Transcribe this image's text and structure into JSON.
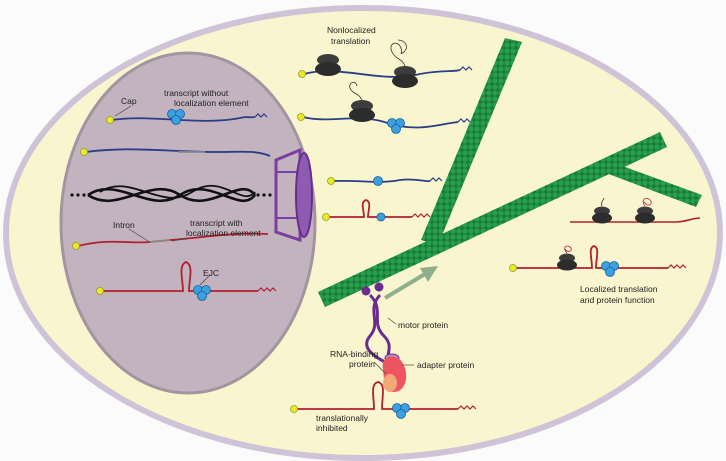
{
  "labels": {
    "nonlocalized_line1": "Nonlocalized",
    "nonlocalized_line2": "translation",
    "cap": "Cap",
    "transcript_without_line1": "transcript without",
    "transcript_without_line2": "localization element",
    "intron": "Intron",
    "transcript_with_line1": "transcript with",
    "transcript_with_line2": "localization element",
    "ejc": "EJC",
    "motor_protein": "motor protein",
    "rna_binding_line1": "RNA-binding",
    "rna_binding_line2": "protein",
    "adapter_protein": "adapter protein",
    "translationally_line1": "translationally",
    "translationally_line2": "inhibited",
    "localized_line1": "Localized translation",
    "localized_line2": "and protein function"
  },
  "colors": {
    "cell_fill": "#f9f6cf",
    "cell_border": "#cfc3d8",
    "nucleus_fill": "#c2b3be",
    "nucleus_border": "#a295a0",
    "microtubule": "#1e8a42",
    "mrna_blue": "#2c3c86",
    "mrna_red": "#b02030",
    "ejc_blue": "#3aa0e0",
    "cap_yellow": "#e8ea2a",
    "ribosome": "#3c3c3c",
    "motor_purple": "#6a2c8e",
    "adapter_red": "#ef5560",
    "rbp_orange": "#f2a878",
    "arrow_green": "#8fae8c",
    "pore_purple": "#7a3fa0"
  }
}
